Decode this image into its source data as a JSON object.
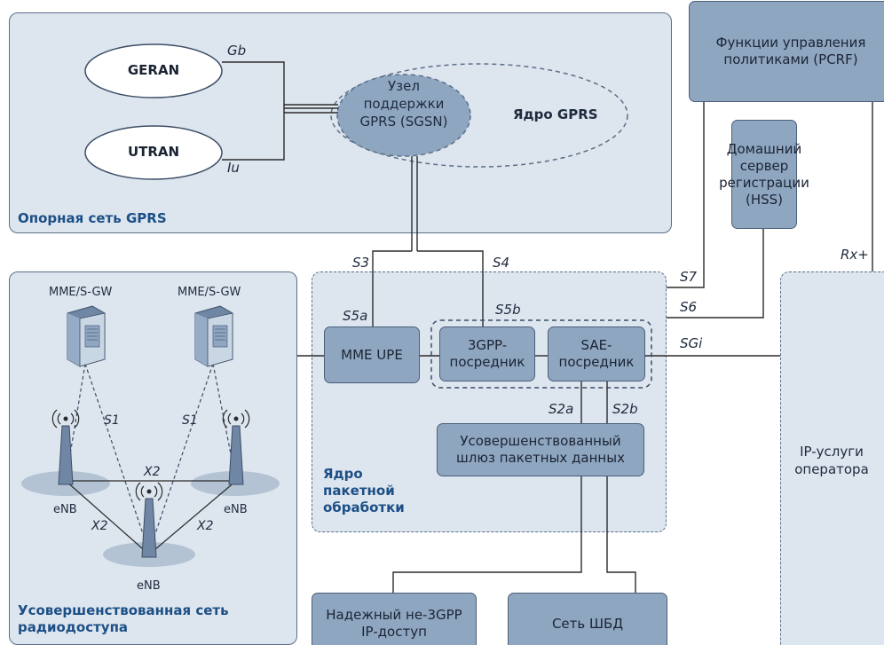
{
  "gprs": {
    "region_title": "Опорная сеть GPRS",
    "geran": "GERAN",
    "utran": "UTRAN",
    "sgsn": "Узел поддержки GPRS (SGSN)",
    "core_label": "Ядро GPRS",
    "gb": "Gb",
    "iu": "Iu"
  },
  "pcrf": {
    "label": "Функции управления политиками (PCRF)"
  },
  "hss": {
    "label": "Домашний сервер регистрации (HSS)"
  },
  "radio": {
    "region_title": "Усовершенствованная сеть радиодоступа",
    "mme_sgw_left": "MME/S-GW",
    "mme_sgw_right": "MME/S-GW",
    "enb_left": "eNB",
    "enb_right": "eNB",
    "enb_bottom": "eNB",
    "s1_left": "S1",
    "s1_right": "S1",
    "x2_top": "X2",
    "x2_left": "X2",
    "x2_right": "X2"
  },
  "packet_core": {
    "region_title": "Ядро пакетной обработки",
    "mme_upe": "MME UPE",
    "gpp_proxy": "3GPP-посредник",
    "sae_proxy": "SAE-посредник",
    "gateway": "Усовершенствованный шлюз пакетных данных"
  },
  "interfaces": {
    "s3": "S3",
    "s4": "S4",
    "s5a": "S5a",
    "s5b": "S5b",
    "s7": "S7",
    "s6": "S6",
    "sgi": "SGi",
    "rx": "Rx+",
    "s2a": "S2a",
    "s2b": "S2b"
  },
  "ip_services": {
    "label": "IP-услуги оператора"
  },
  "access": {
    "trusted": "Надежный не-3GPP IP-доступ",
    "wlan": "Сеть ШБД"
  },
  "colors": {
    "region_fill": "#dde5ee",
    "node_fill": "#8fa6c1",
    "title_blue": "#1c4f86",
    "line": "#2b2b2b"
  }
}
